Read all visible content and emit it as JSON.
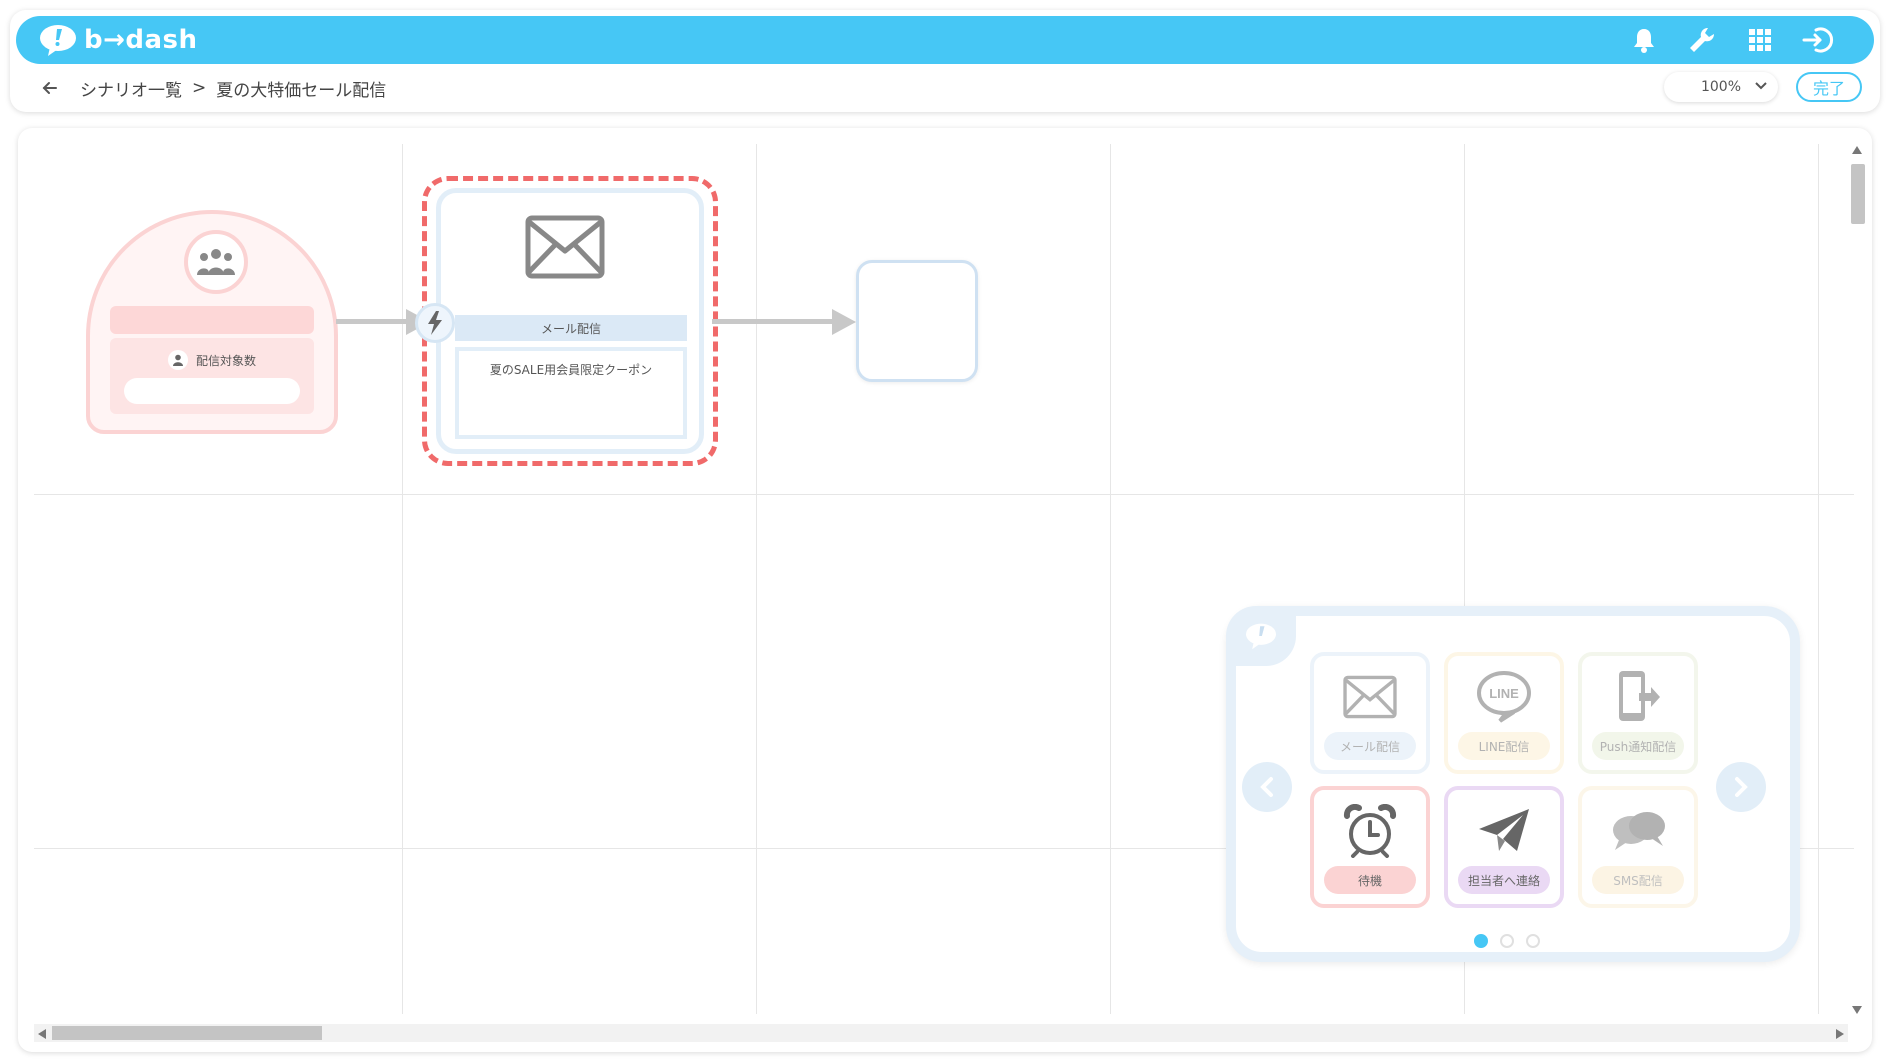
{
  "brand": {
    "logo_text": "b→dash",
    "color": "#46c7f5"
  },
  "header": {
    "icons": [
      "bell-icon",
      "wrench-icon",
      "apps-grid-icon",
      "logout-icon"
    ]
  },
  "breadcrumb": {
    "parent": "シナリオ一覧",
    "separator": ">",
    "current": "夏の大特価セール配信"
  },
  "toolbar": {
    "zoom": "100%",
    "done_label": "完了"
  },
  "scenario": {
    "start_node": {
      "label": "配信対象数"
    },
    "mail_node": {
      "type_label": "メール配信",
      "content": "夏のSALE用会員限定クーポン"
    }
  },
  "palette": {
    "tiles": [
      {
        "label": "メール配信",
        "icon": "envelope-icon",
        "color": "#dbe9f6"
      },
      {
        "label": "LINE配信",
        "icon": "line-icon",
        "color": "#fdf2d9"
      },
      {
        "label": "Push通知配信",
        "icon": "push-phone-icon",
        "color": "#eef3e3"
      },
      {
        "label": "待機",
        "icon": "alarm-clock-icon",
        "color": "#fbd3d3"
      },
      {
        "label": "担当者へ連絡",
        "icon": "paper-plane-icon",
        "color": "#ead9f4"
      },
      {
        "label": "SMS配信",
        "icon": "speech-bubbles-icon",
        "color": "#fcf1dc"
      }
    ],
    "page_dots": 3,
    "active_page": 1
  }
}
